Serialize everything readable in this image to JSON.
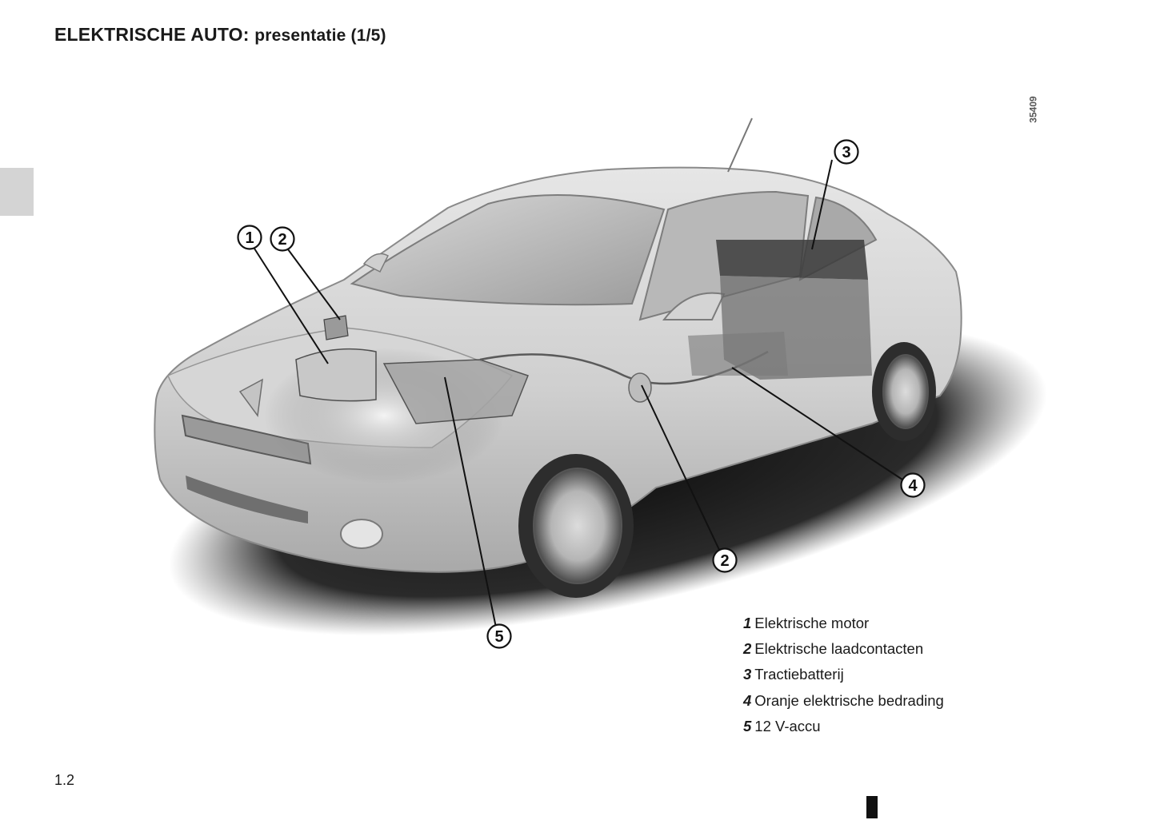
{
  "header": {
    "title_main": "ELEKTRISCHE AUTO:",
    "title_sub": "presentatie (1/5)"
  },
  "figure": {
    "ref_code": "35409",
    "callouts": {
      "c1": "1",
      "c2a": "2",
      "c2b": "2",
      "c3": "3",
      "c4": "4",
      "c5": "5"
    }
  },
  "legend": [
    {
      "num": "1",
      "label": "Elektrische motor"
    },
    {
      "num": "2",
      "label": "Elektrische laadcontacten"
    },
    {
      "num": "3",
      "label": "Tractiebatterij"
    },
    {
      "num": "4",
      "label": "Oranje elektrische bedrading"
    },
    {
      "num": "5",
      "label": "12 V-accu"
    }
  ],
  "footer": {
    "page_number": "1.2"
  }
}
